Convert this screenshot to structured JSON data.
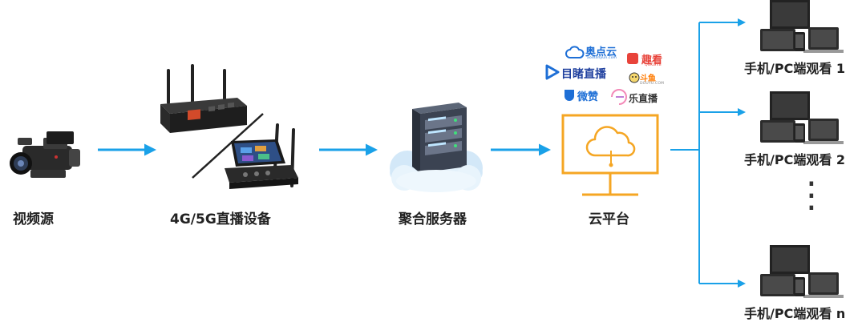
{
  "nodes": {
    "source": "视频源",
    "device": "4G/5G直播设备",
    "server": "聚合服务器",
    "cloud": "云平台"
  },
  "viewers": [
    "手机/PC端观看 1",
    "手机/PC端观看 2",
    "手机/PC端观看 n"
  ],
  "ellipsis": "⋮",
  "platforms": {
    "aodianyun": "奥点云",
    "aodianyun_sub": "aodianyun.com",
    "qukan": "趣看",
    "qukan_sub": "QUKLIVE",
    "mudu": "目睹直播",
    "douyu": "斗鱼",
    "douyu_sub": "DOUYU.COM",
    "weizan": "微赞",
    "lezhibo": "乐直播"
  },
  "colors": {
    "arrow": "#1aa1e8",
    "cloud_platform": "#f5a623",
    "brand_blue": "#1e6fd6",
    "brand_red": "#e8433a"
  }
}
